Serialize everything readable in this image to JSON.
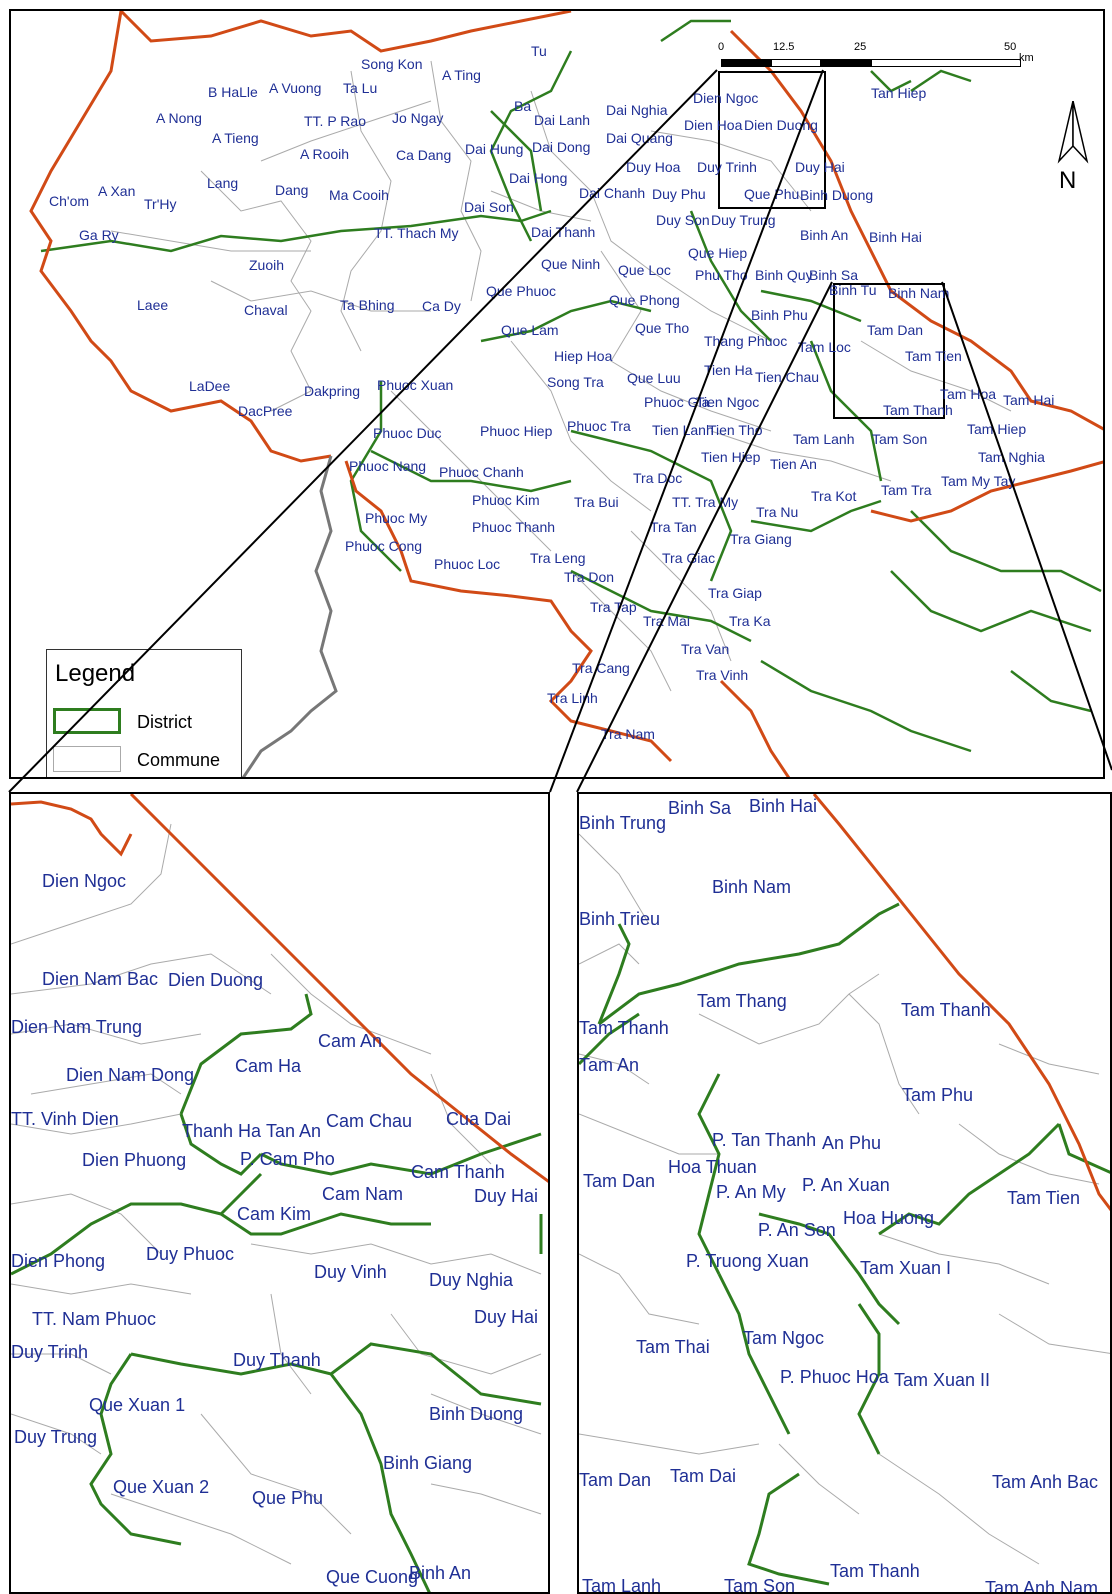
{
  "legend": {
    "title": "Legend",
    "items": [
      {
        "label": "District",
        "color": "#2e7d1f"
      },
      {
        "label": "Commune",
        "color": "#aaaaaa"
      }
    ]
  },
  "scale_bar": {
    "ticks": [
      "0",
      "12.5",
      "25",
      "50"
    ],
    "unit": "km"
  },
  "north_arrow": {
    "label": "N",
    "icon": "north-arrow-icon"
  },
  "colors": {
    "label_text": "#1f2f95",
    "district_boundary": "#2e7d1f",
    "commune_boundary": "#aaaaaa",
    "coastline_boundary": "#d14a16",
    "border_line": "#777777"
  },
  "main_labels": [
    "Song Kon",
    "Tu",
    "A Ting",
    "B HaLle",
    "A Vuong",
    "Ta Lu",
    "A Nong",
    "TT. P Rao",
    "Jo Ngay",
    "Ba",
    "Dai Lanh",
    "Dai Nghia",
    "Dien Ngoc",
    "Tan Hiep",
    "A Tieng",
    "Dien Hoa",
    "Dien Duong",
    "A Rooih",
    "Ca Dang",
    "Dai Hung",
    "Dai Dong",
    "Dai Quang",
    "Duy Hoa",
    "Duy Trinh",
    "Duy Hai",
    "Lang",
    "Dang",
    "Ma Cooih",
    "Dai Hong",
    "Dai Chanh",
    "Duy Phu",
    "Que Phu",
    "Binh Duong",
    "Ch'om",
    "A Xan",
    "Tr'Hy",
    "Dai Son",
    "Duy Son",
    "Duy Trung",
    "Ga Ry",
    "TT. Thach My",
    "Dai Thanh",
    "Binh An",
    "Binh Hai",
    "Zuoih",
    "Que Ninh",
    "Que Loc",
    "Que Hiep",
    "Phu Tho",
    "Binh Quy",
    "Binh Sa",
    "Laee",
    "Chaval",
    "Ta Bhing",
    "Ca Dy",
    "Que Phuoc",
    "Que Phong",
    "Binh Tu",
    "Binh Nam",
    "Que Lam",
    "Que Tho",
    "Binh Phu",
    "Tam Dan",
    "Thang Phuoc",
    "Tam Loc",
    "Hiep Hoa",
    "Tam Tien",
    "LaDee",
    "Dakpring",
    "Phuoc Xuan",
    "Song Tra",
    "Que Luu",
    "Tien Ha",
    "Tien Chau",
    "Tam Hoa",
    "DacPree",
    "Phuoc Gia",
    "Tien Ngoc",
    "Tam Hai",
    "Tam Thanh",
    "Phuoc Duc",
    "Phuoc Hiep",
    "Phuoc Tra",
    "Tien Lanh",
    "Tien Tho",
    "Tam Lanh",
    "Tam Son",
    "Tam Hiep",
    "Tien Hiep",
    "Tien An",
    "Tam Nghia",
    "Phuoc Nang",
    "Phuoc Chanh",
    "Tra Doc",
    "Tra Kot",
    "Tam Tra",
    "Tam My Tay",
    "Phuoc Kim",
    "Tra Bui",
    "TT. Tra My",
    "Tra Nu",
    "Phuoc My",
    "Phuoc Thanh",
    "Tra Tan",
    "Tra Giang",
    "Phuoc Cong",
    "Tra Leng",
    "Phuoc Loc",
    "Tra Giac",
    "Tra Don",
    "Tra Giap",
    "Tra Tap",
    "Tra Mai",
    "Tra Ka",
    "Tra Van",
    "Tra Cang",
    "Tra Vinh",
    "Tra Linh",
    "Tra Nam"
  ],
  "inset_left_labels": [
    "Dien Ngoc",
    "Dien Nam Bac",
    "Dien Duong",
    "Dien Nam Trung",
    "Cam An",
    "Cam Ha",
    "Dien Nam Dong",
    "TT. Vinh Dien",
    "Cam Chau",
    "Cua Dai",
    "Thanh Ha",
    "Tan An",
    "Dien Phuong",
    "P. Cam Pho",
    "Cam Thanh",
    "Cam Nam",
    "Duy Hai",
    "Cam Kim",
    "Dien Phong",
    "Duy Phuoc",
    "Duy Vinh",
    "Duy Nghia",
    "TT. Nam Phuoc",
    "Duy Hai",
    "Duy Trinh",
    "Duy Thanh",
    "Que Xuan 1",
    "Binh Duong",
    "Duy Trung",
    "Binh Giang",
    "Que Xuan 2",
    "Que Phu",
    "Que Cuong",
    "Binh An"
  ],
  "inset_right_labels": [
    "Binh Trung",
    "Binh Sa",
    "Binh Hai",
    "Binh Nam",
    "Binh Trieu",
    "Tam Thang",
    "Tam Thanh",
    "Tam Thanh",
    "Tam An",
    "Tam Phu",
    "P. Tan Thanh",
    "An Phu",
    "Hoa Thuan",
    "Tam Dan",
    "P. An Xuan",
    "Tam Tien",
    "P. An My",
    "Hoa Huong",
    "P. An Son",
    "P. Truong Xuan",
    "Tam Xuan I",
    "Tam Ngoc",
    "Tam Thai",
    "P. Phuoc Hoa",
    "Tam Xuan II",
    "Tam Dan",
    "Tam Dai",
    "Tam Anh Bac",
    "Tam Thanh",
    "Tam Lanh",
    "Tam Son",
    "Tam Anh Nam"
  ]
}
